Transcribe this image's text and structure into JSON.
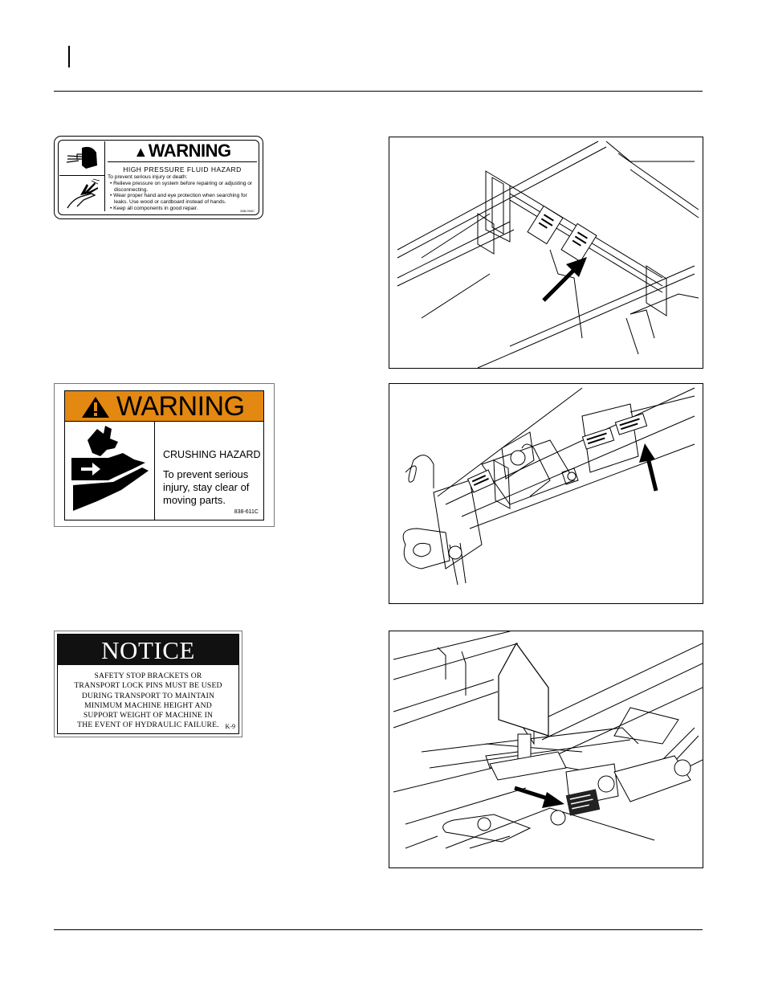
{
  "decals": {
    "high_pressure": {
      "header": "WARNING",
      "hazard": "HIGH PRESSURE FLUID HAZARD",
      "intro": "To prevent serious injury or death:",
      "bullets": [
        "• Relieve pressure on system before repairing or adjusting or disconnecting.",
        "• Wear proper hand and eye protection when searching for leaks. Use wood or cardboard instead of hands.",
        "• Keep all components in good repair."
      ],
      "code": "838-094C"
    },
    "crushing": {
      "header": "WARNING",
      "hazard": "CRUSHING HAZARD",
      "text": "To prevent serious injury, stay clear of moving parts.",
      "code": "838-611C",
      "header_color": "#e38811"
    },
    "notice": {
      "header": "NOTICE",
      "lines": [
        "SAFETY STOP BRACKETS OR",
        "TRANSPORT LOCK PINS MUST BE USED",
        "DURING TRANSPORT TO MAINTAIN",
        "MINIMUM MACHINE HEIGHT AND",
        "SUPPORT WEIGHT OF MACHINE IN",
        "THE EVENT OF HYDRAULIC FAILURE."
      ],
      "code": "K-9"
    }
  },
  "figures": [
    {
      "subject": "frame-crossbar-with-decals",
      "arrow": "arrow-icon"
    },
    {
      "subject": "tongue-hitch-with-decals",
      "arrow": "arrow-icon"
    },
    {
      "subject": "transport-lock-area-with-decal",
      "arrow": "arrow-icon"
    }
  ]
}
